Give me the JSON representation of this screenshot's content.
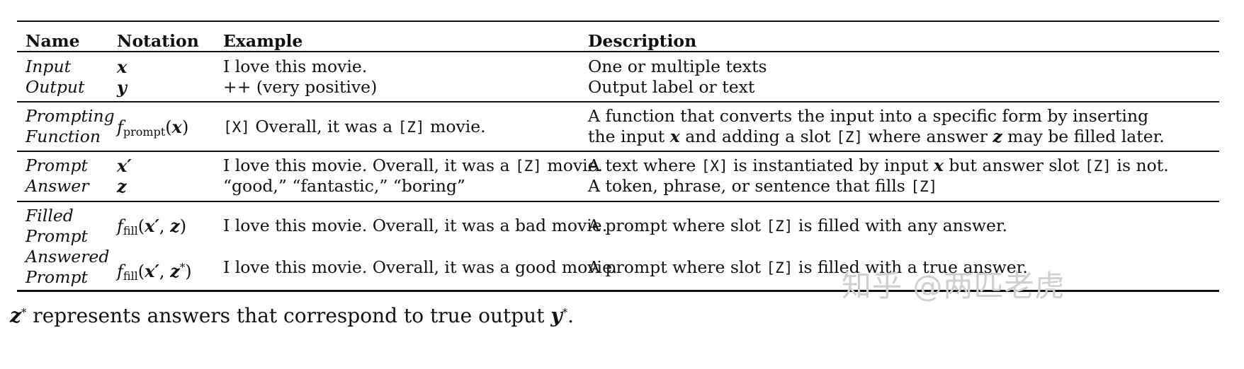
{
  "table": {
    "headers": {
      "name": "Name",
      "notation": "Notation",
      "example": "Example",
      "description": "Description"
    },
    "rows": {
      "input": {
        "name": "Input",
        "notation": "x",
        "example": "I love this movie.",
        "description": "One or multiple texts"
      },
      "output": {
        "name": "Output",
        "notation": "y",
        "example": "++ (very positive)",
        "description": "Output label or text"
      },
      "prompting_function": {
        "name_line1": "Prompting",
        "name_line2": "Function",
        "notation_f": "f",
        "notation_sub": "prompt",
        "notation_open": "(",
        "notation_var": "x",
        "notation_close": ")",
        "example_slot_x": "[X]",
        "example_mid": " Overall, it was a ",
        "example_slot_z": "[Z]",
        "example_end": " movie.",
        "desc_line1": "A function that converts the input into a specific form by inserting",
        "desc_line2_a": "the input ",
        "desc_line2_x": "x",
        "desc_line2_b": " and adding a slot ",
        "desc_line2_slot": "[Z]",
        "desc_line2_c": " where answer ",
        "desc_line2_z": "z",
        "desc_line2_d": " may be filled later."
      },
      "prompt": {
        "name": "Prompt",
        "notation": "x′",
        "example_a": "I love this movie. Overall, it was a ",
        "example_slot": "[Z]",
        "example_b": " movie.",
        "desc_a": "A text where ",
        "desc_slot_x": "[X]",
        "desc_b": " is instantiated by input ",
        "desc_x": "x",
        "desc_c": " but answer slot ",
        "desc_slot_z": "[Z]",
        "desc_d": " is not."
      },
      "answer": {
        "name": "Answer",
        "notation": "z",
        "example": "“good,” “fantastic,” “boring”",
        "desc_a": "A token, phrase, or sentence that fills ",
        "desc_slot": "[Z]"
      },
      "filled_prompt": {
        "name_line1": "Filled",
        "name_line2": "Prompt",
        "notation_f": "f",
        "notation_sub": "fill",
        "notation_args_open": "(",
        "notation_x": "x′",
        "notation_comma": ", ",
        "notation_z": "z",
        "notation_close": ")",
        "example": "I love this movie. Overall, it was a bad movie.",
        "desc_a": "A prompt where slot ",
        "desc_slot": "[Z]",
        "desc_b": " is filled with any answer."
      },
      "answered_prompt": {
        "name_line1": "Answered",
        "name_line2": "Prompt",
        "notation_f": "f",
        "notation_sub": "fill",
        "notation_args_open": "(",
        "notation_x": "x′",
        "notation_comma": ", ",
        "notation_z": "z",
        "notation_star": "*",
        "notation_close": ")",
        "example": "I love this movie. Overall, it was a good movie.",
        "desc_a": "A prompt where slot ",
        "desc_slot": "[Z]",
        "desc_b": " is filled with a true answer."
      }
    }
  },
  "footnote": {
    "z": "z",
    "z_star": "*",
    "text": " represents answers that correspond to true output ",
    "y": "y",
    "y_star": "*",
    "end": "."
  },
  "watermark": "知乎 @两匹老虎"
}
